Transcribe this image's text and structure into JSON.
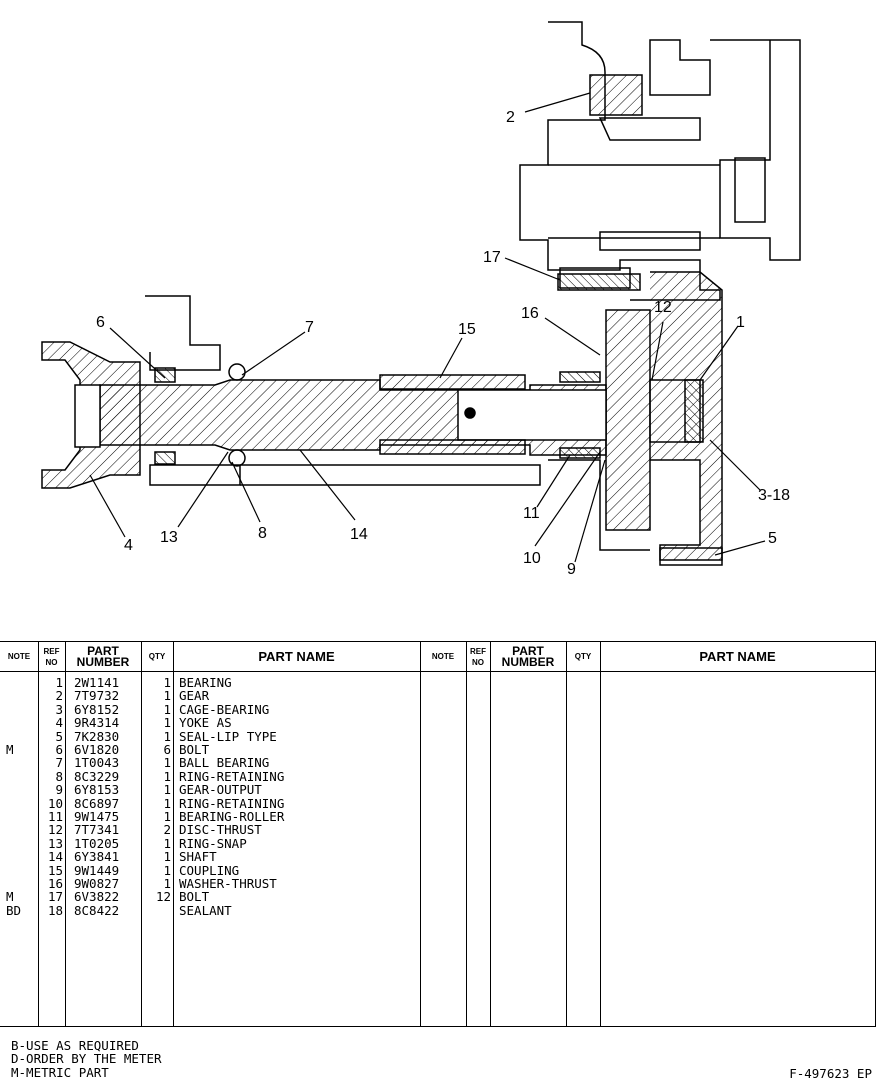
{
  "diagram": {
    "callouts": [
      "1",
      "2",
      "3-18",
      "4",
      "5",
      "6",
      "7",
      "8",
      "9",
      "10",
      "11",
      "12",
      "13",
      "14",
      "15",
      "16",
      "17"
    ]
  },
  "table": {
    "headers": {
      "note": "NOTE",
      "ref_no": "REF NO",
      "part_number": "PART NUMBER",
      "qty": "QTY",
      "part_name": "PART NAME"
    },
    "rows": [
      {
        "note": "",
        "ref": "1",
        "part": "2W1141",
        "qty": "1",
        "name": "BEARING"
      },
      {
        "note": "",
        "ref": "2",
        "part": "7T9732",
        "qty": "1",
        "name": "GEAR"
      },
      {
        "note": "",
        "ref": "3",
        "part": "6Y8152",
        "qty": "1",
        "name": "CAGE-BEARING"
      },
      {
        "note": "",
        "ref": "4",
        "part": "9R4314",
        "qty": "1",
        "name": "YOKE AS"
      },
      {
        "note": "",
        "ref": "5",
        "part": "7K2830",
        "qty": "1",
        "name": "SEAL-LIP TYPE"
      },
      {
        "note": "M",
        "ref": "6",
        "part": "6V1820",
        "qty": "6",
        "name": "BOLT"
      },
      {
        "note": "",
        "ref": "7",
        "part": "1T0043",
        "qty": "1",
        "name": "BALL BEARING"
      },
      {
        "note": "",
        "ref": "8",
        "part": "8C3229",
        "qty": "1",
        "name": "RING-RETAINING"
      },
      {
        "note": "",
        "ref": "9",
        "part": "6Y8153",
        "qty": "1",
        "name": "GEAR-OUTPUT"
      },
      {
        "note": "",
        "ref": "10",
        "part": "8C6897",
        "qty": "1",
        "name": "RING-RETAINING"
      },
      {
        "note": "",
        "ref": "11",
        "part": "9W1475",
        "qty": "1",
        "name": "BEARING-ROLLER"
      },
      {
        "note": "",
        "ref": "12",
        "part": "7T7341",
        "qty": "2",
        "name": "DISC-THRUST"
      },
      {
        "note": "",
        "ref": "13",
        "part": "1T0205",
        "qty": "1",
        "name": "RING-SNAP"
      },
      {
        "note": "",
        "ref": "14",
        "part": "6Y3841",
        "qty": "1",
        "name": "SHAFT"
      },
      {
        "note": "",
        "ref": "15",
        "part": "9W1449",
        "qty": "1",
        "name": "COUPLING"
      },
      {
        "note": "",
        "ref": "16",
        "part": "9W0827",
        "qty": "1",
        "name": "WASHER-THRUST"
      },
      {
        "note": "M",
        "ref": "17",
        "part": "6V3822",
        "qty": "12",
        "name": "BOLT"
      },
      {
        "note": "BD",
        "ref": "18",
        "part": "8C8422",
        "qty": "",
        "name": "SEALANT"
      }
    ]
  },
  "legend": [
    "B-USE AS REQUIRED",
    "D-ORDER BY THE METER",
    "M-METRIC PART"
  ],
  "drawing_number": "F-497623 EP"
}
